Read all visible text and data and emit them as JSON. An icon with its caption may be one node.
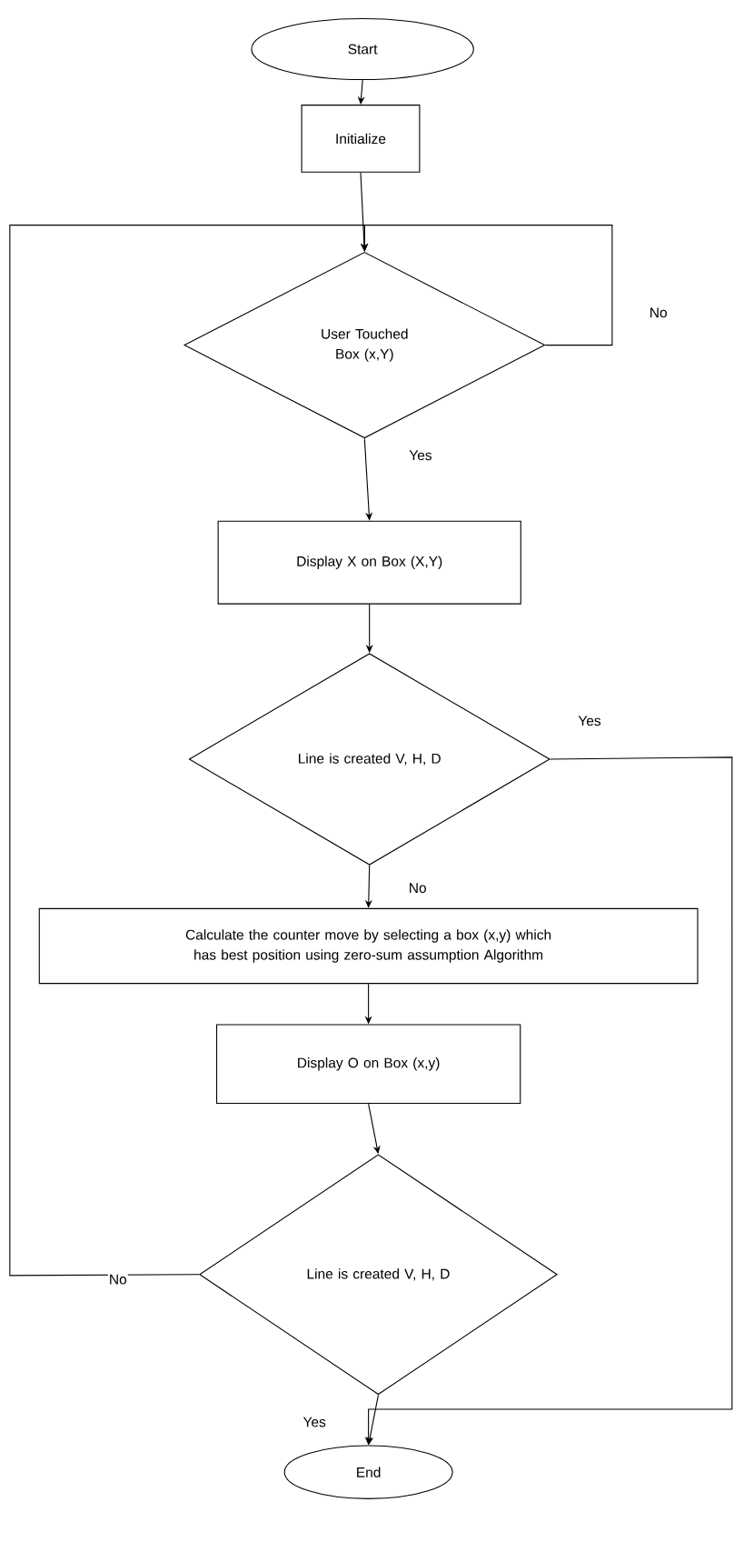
{
  "diagram": {
    "nodes": [
      {
        "text": [
          "Start"
        ]
      },
      {
        "text": [
          "Initialize"
        ]
      },
      {
        "text": [
          "User Touched Box (x,Y)"
        ]
      },
      {
        "text": [
          "Display X on Box (X,Y)"
        ]
      },
      {
        "text": [
          "Line is created V, H, D"
        ]
      },
      {
        "text": [
          "Calculate the counter move by selecting a box (x,y) which has best position using zero-sum assumption  Algorithm"
        ]
      },
      {
        "text": [
          "Display O on Box (x,y)"
        ]
      },
      {
        "text": [
          "Line is created V, H, D"
        ]
      },
      {
        "text": [
          "End"
        ]
      }
    ],
    "edges": [
      {
        "from": 0,
        "to": 1,
        "arrow": "to"
      },
      {
        "from": 1,
        "to": 2,
        "arrow": "to"
      },
      {
        "from": 2,
        "to": 2,
        "arrow": "to",
        "label": "No"
      },
      {
        "from": 2,
        "to": 3,
        "arrow": "to",
        "label": "Yes"
      },
      {
        "from": 3,
        "to": 4,
        "arrow": "to"
      },
      {
        "from": 4,
        "to": 8,
        "arrow": "to",
        "label": "Yes"
      },
      {
        "from": 4,
        "to": 5,
        "arrow": "to",
        "label": "No"
      },
      {
        "from": 5,
        "to": 6,
        "arrow": "to"
      },
      {
        "from": 6,
        "to": 7,
        "arrow": "to"
      },
      {
        "from": 7,
        "to": 2,
        "arrow": "to",
        "label": "No"
      },
      {
        "from": 7,
        "to": 8,
        "arrow": "to",
        "label": "Yes"
      }
    ]
  }
}
